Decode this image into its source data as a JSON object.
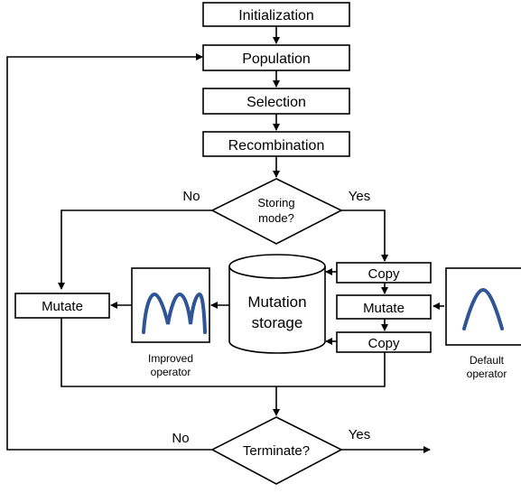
{
  "flow": {
    "initialization": "Initialization",
    "population": "Population",
    "selection": "Selection",
    "recombination": "Recombination",
    "storing_mode_line1": "Storing",
    "storing_mode_line2": "mode?",
    "storing_no": "No",
    "storing_yes": "Yes",
    "copy_top": "Copy",
    "mutate_right": "Mutate",
    "copy_bottom": "Copy",
    "mutation_storage_line1": "Mutation",
    "mutation_storage_line2": "storage",
    "mutate_left": "Mutate",
    "improved_operator_line1": "Improved",
    "improved_operator_line2": "operator",
    "default_operator_line1": "Default",
    "default_operator_line2": "operator",
    "terminate": "Terminate?",
    "terminate_no": "No",
    "terminate_yes": "Yes"
  },
  "colors": {
    "curve": "#2f5597",
    "stroke": "#000000"
  }
}
